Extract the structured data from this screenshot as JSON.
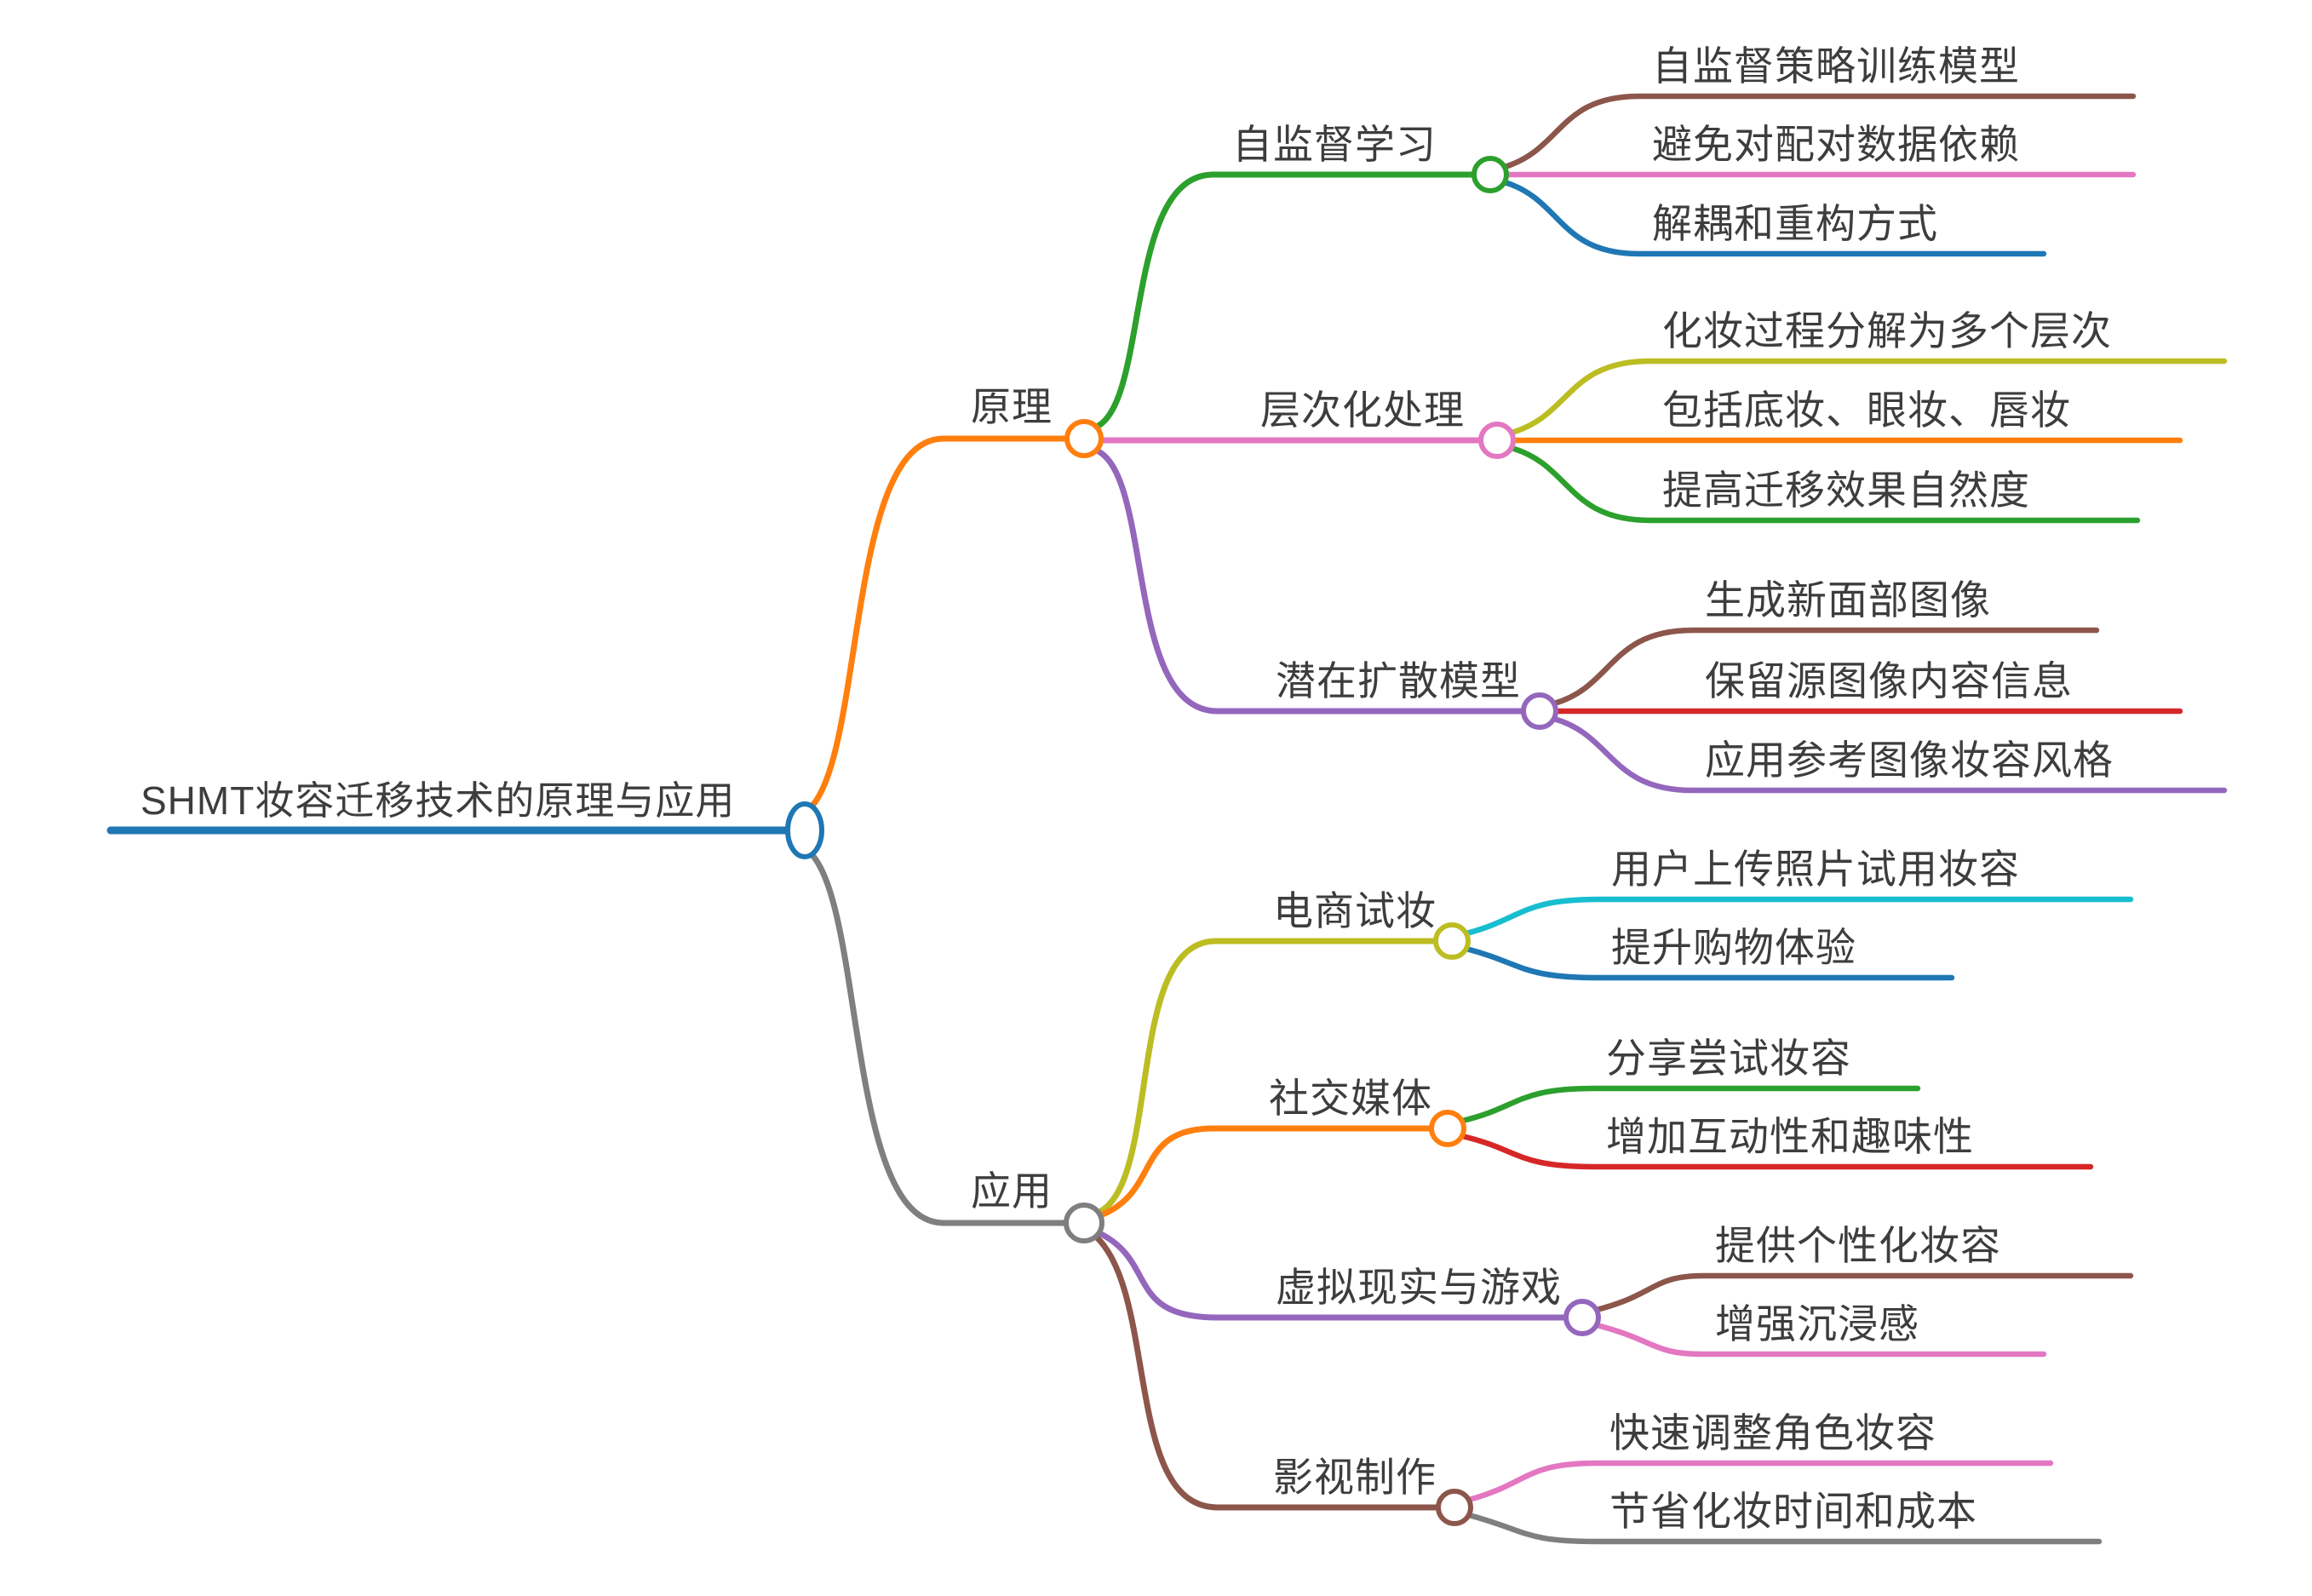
{
  "root": {
    "label": "SHMT妆容迁移技术的原理与应用",
    "color": "#1f77b4"
  },
  "branches": [
    {
      "label": "原理",
      "color": "#ff7f0e",
      "children": [
        {
          "label": "自监督学习",
          "color": "#2ca02c",
          "children": [
            {
              "label": "自监督策略训练模型",
              "color": "#8c564b"
            },
            {
              "label": "避免对配对数据依赖",
              "color": "#e377c2"
            },
            {
              "label": "解耦和重构方式",
              "color": "#1f77b4"
            }
          ]
        },
        {
          "label": "层次化处理",
          "color": "#e377c2",
          "children": [
            {
              "label": "化妆过程分解为多个层次",
              "color": "#bcbd22"
            },
            {
              "label": "包括底妆、眼妆、唇妆",
              "color": "#ff7f0e"
            },
            {
              "label": "提高迁移效果自然度",
              "color": "#2ca02c"
            }
          ]
        },
        {
          "label": "潜在扩散模型",
          "color": "#9467bd",
          "children": [
            {
              "label": "生成新面部图像",
              "color": "#8c564b"
            },
            {
              "label": "保留源图像内容信息",
              "color": "#d62728"
            },
            {
              "label": "应用参考图像妆容风格",
              "color": "#9467bd"
            }
          ]
        }
      ]
    },
    {
      "label": "应用",
      "color": "#7f7f7f",
      "children": [
        {
          "label": "电商试妆",
          "color": "#bcbd22",
          "children": [
            {
              "label": "用户上传照片试用妆容",
              "color": "#17becf"
            },
            {
              "label": "提升购物体验",
              "color": "#1f77b4"
            }
          ]
        },
        {
          "label": "社交媒体",
          "color": "#ff7f0e",
          "children": [
            {
              "label": "分享尝试妆容",
              "color": "#2ca02c"
            },
            {
              "label": "增加互动性和趣味性",
              "color": "#d62728"
            }
          ]
        },
        {
          "label": "虚拟现实与游戏",
          "color": "#9467bd",
          "children": [
            {
              "label": "提供个性化妆容",
              "color": "#8c564b"
            },
            {
              "label": "增强沉浸感",
              "color": "#e377c2"
            }
          ]
        },
        {
          "label": "影视制作",
          "color": "#8c564b",
          "children": [
            {
              "label": "快速调整角色妆容",
              "color": "#e377c2"
            },
            {
              "label": "节省化妆时间和成本",
              "color": "#7f7f7f"
            }
          ]
        }
      ]
    }
  ]
}
